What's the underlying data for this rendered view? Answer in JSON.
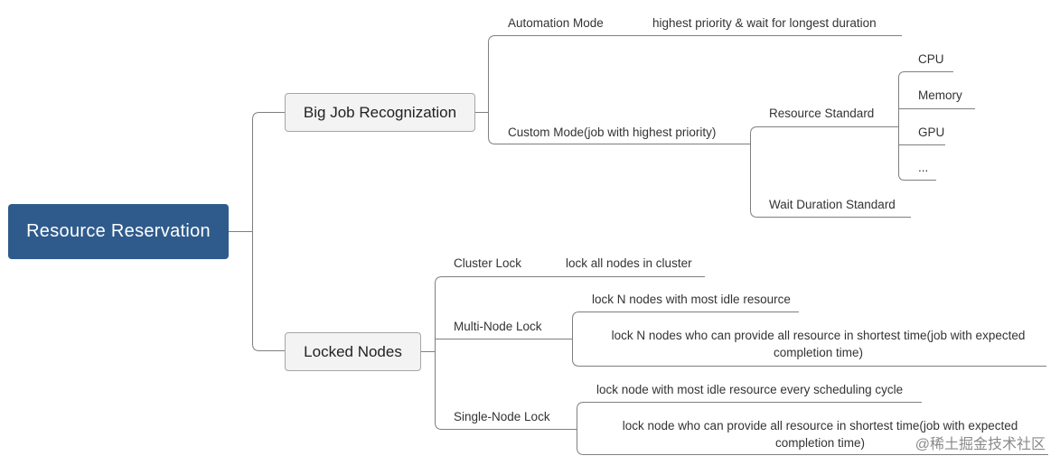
{
  "root": {
    "label": "Resource Reservation"
  },
  "big_job": {
    "label": "Big Job Recognization",
    "automation_mode": {
      "label": "Automation Mode",
      "detail": "highest priority & wait for longest duration"
    },
    "custom_mode": {
      "label": "Custom Mode(job with highest priority)",
      "resource_standard": {
        "label": "Resource Standard",
        "items": [
          "CPU",
          "Memory",
          "GPU",
          "..."
        ]
      },
      "wait_duration_standard": {
        "label": "Wait Duration Standard"
      }
    }
  },
  "locked_nodes": {
    "label": "Locked Nodes",
    "cluster_lock": {
      "label": "Cluster Lock",
      "detail": "lock all nodes in cluster"
    },
    "multi_node_lock": {
      "label": "Multi-Node Lock",
      "details": [
        "lock N nodes with most idle resource",
        "lock N nodes who can provide all resource in shortest time(job with expected completion time)"
      ]
    },
    "single_node_lock": {
      "label": "Single-Node Lock",
      "details": [
        "lock node with most idle resource every scheduling cycle",
        "lock node who can provide all resource in shortest time(job with expected completion time)"
      ]
    }
  },
  "watermark": "@稀土掘金技术社区",
  "colors": {
    "root_fill": "#2f5b8c",
    "main_fill": "#f3f3f3",
    "line": "#7f7f7f"
  }
}
